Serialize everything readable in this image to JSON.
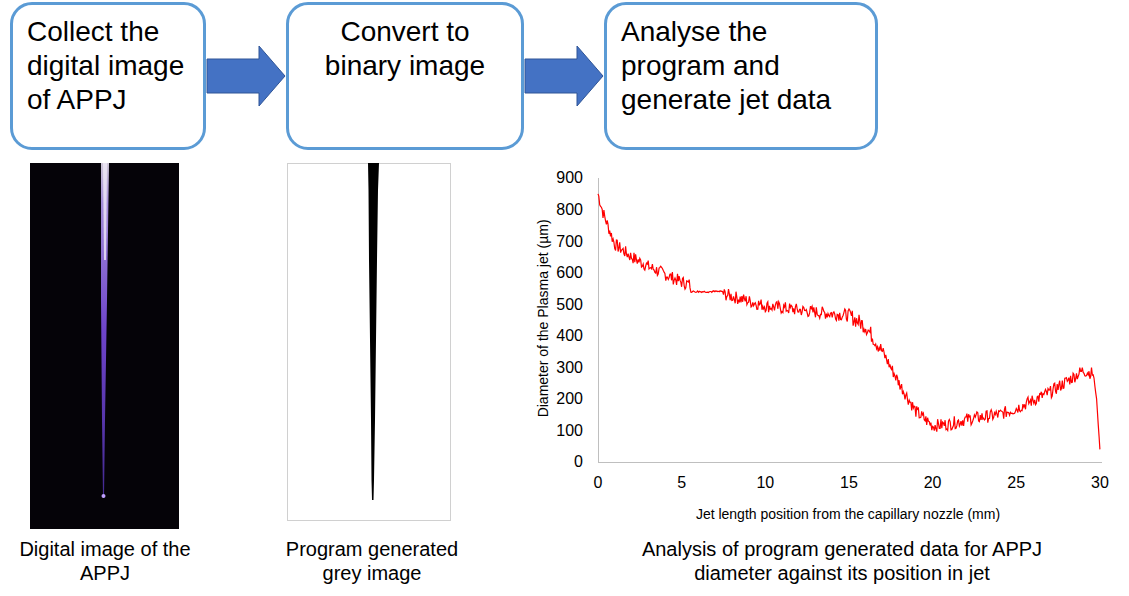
{
  "diagram": {
    "nodes": [
      {
        "text": [
          "Collect the digital image of APPJ"
        ]
      },
      {
        "text": [
          "Convert to binary image"
        ]
      },
      {
        "text": [
          "Analyse the program and generate jet data"
        ]
      }
    ],
    "edges": [
      {
        "from": 0,
        "to": 1,
        "arrow": "to"
      },
      {
        "from": 1,
        "to": 2,
        "arrow": "to"
      }
    ],
    "labels": [
      "Digital image of the APPJ",
      "Program generated grey image",
      "Analysis of program generated data for APPJ diameter against its position in jet",
      "900",
      "800",
      "700",
      "600",
      "500",
      "400",
      "300",
      "200",
      "100",
      "0",
      "0",
      "5",
      "10",
      "15",
      "20",
      "25",
      "30",
      "Diameter of the Plasma jet (µm)",
      "Jet length position from the capillary nozzle (mm)"
    ]
  }
}
